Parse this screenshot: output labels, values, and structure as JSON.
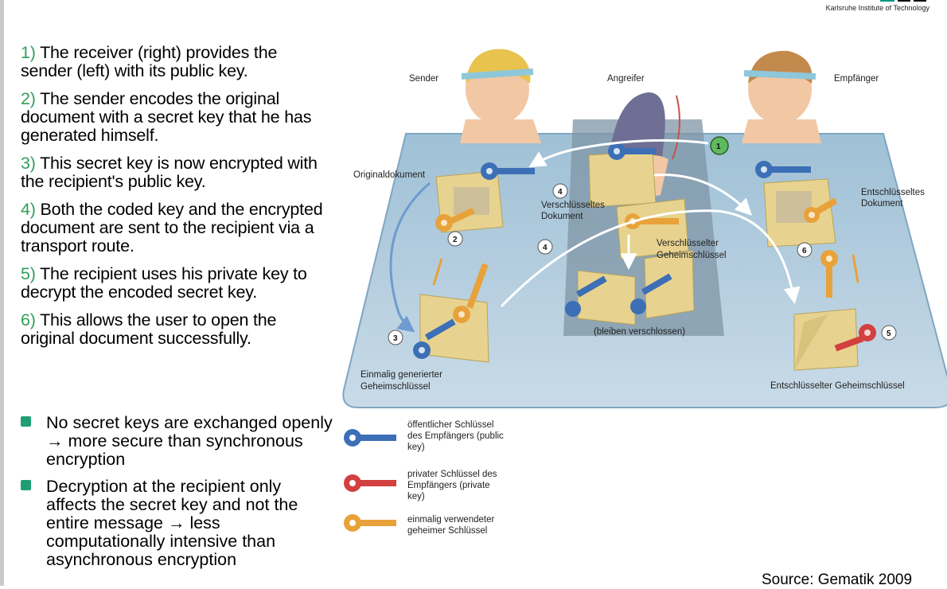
{
  "header": {
    "institution": "Karlsruhe Institute of Technology"
  },
  "steps": [
    {
      "num": "1)",
      "text": "The receiver (right) provides the sender (left) with its public key."
    },
    {
      "num": "2)",
      "text": "The sender encodes the original document with a secret key that he has generated himself."
    },
    {
      "num": "3)",
      "text": "This secret key is now encrypted with the recipient's public key."
    },
    {
      "num": "4)",
      "text": "Both the coded key and the encrypted document are sent to the recipient via a transport route."
    },
    {
      "num": "5)",
      "text": "The recipient uses his private key to decrypt the encoded secret key."
    },
    {
      "num": "6)",
      "text": "This allows the user to open the original document successfully."
    }
  ],
  "bullets": [
    "No secret keys are exchanged openly → more secure than synchronous encryption",
    "Decryption at the recipient only affects the secret key and not the entire message → less computationally intensive than asynchronous encryption"
  ],
  "source": "Source: Gematik 2009",
  "diagram": {
    "actors": {
      "sender": "Sender",
      "attacker": "Angreifer",
      "receiver": "Empfänger"
    },
    "labels": {
      "original_doc": "Originaldokument",
      "encrypted_doc_1": "Verschlüsseltes",
      "encrypted_doc_2": "Dokument",
      "encrypted_key_1": "Verschlüsselter",
      "encrypted_key_2": "Geheimschlüssel",
      "remain_locked": "(bleiben verschlossen)",
      "decrypted_doc_1": "Entschlüsseltes",
      "decrypted_doc_2": "Dokument",
      "onetime_key_1": "Einmalig generierter",
      "onetime_key_2": "Geheimschlüssel",
      "decrypted_key": "Entschlüsselter Geheimschlüssel"
    },
    "badges": [
      "1",
      "2",
      "3",
      "4",
      "4",
      "5",
      "6"
    ]
  },
  "legend": [
    {
      "color": "#3c6fb6",
      "icon": "blue-key-icon",
      "lines": [
        "öffentlicher Schlüssel",
        "des Empfängers (public",
        "key)"
      ]
    },
    {
      "color": "#d2403f",
      "icon": "red-key-icon",
      "lines": [
        "privater Schlüssel des",
        "Empfängers (private",
        "key)"
      ]
    },
    {
      "color": "#e8a23a",
      "icon": "orange-key-icon",
      "lines": [
        "einmalig verwendeter",
        "geheimer Schlüssel"
      ]
    }
  ]
}
